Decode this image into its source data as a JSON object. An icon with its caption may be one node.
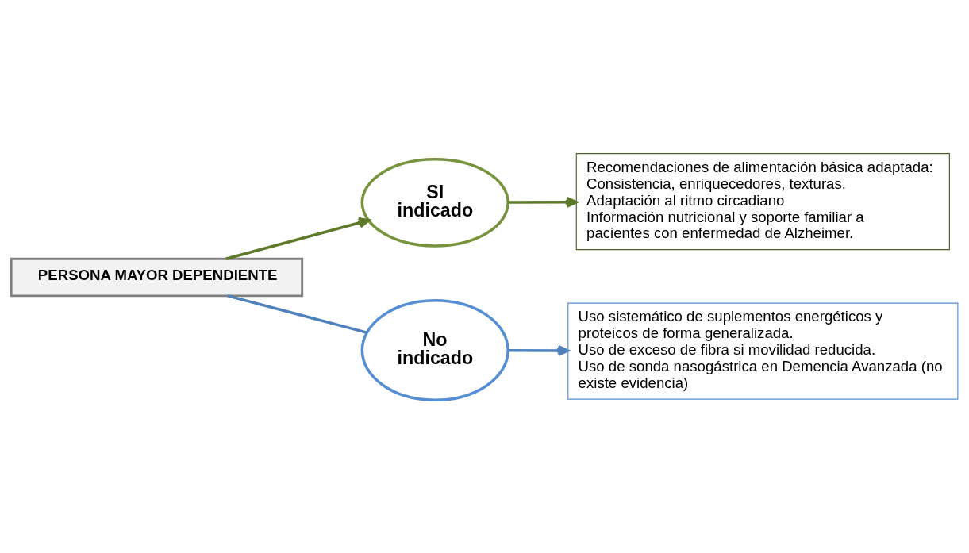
{
  "diagram": {
    "nodes": [
      {
        "text": [
          "PERSONA MAYOR DEPENDIENTE"
        ]
      },
      {
        "text": [
          "SI indicado"
        ]
      },
      {
        "text": [
          "Recomendaciones de alimentación básica adaptada: Consistencia, enriquecedores, texturas.",
          "Adaptación al ritmo circadiano",
          "Información nutricional y soporte familiar a pacientes con enfermedad de Alzheimer."
        ]
      },
      {
        "text": [
          "No indicado"
        ]
      },
      {
        "text": [
          "Uso sistemático de suplementos energéticos y proteicos de forma generalizada.",
          "Uso de exceso de fibra si movilidad reducida.",
          "Uso de sonda nasogástrica en Demencia Avanzada (no existe evidencia)"
        ]
      }
    ],
    "edges": [
      {
        "from": 0,
        "to": 1,
        "arrow": "to",
        "color": "#5f7a2a"
      },
      {
        "from": 1,
        "to": 2,
        "arrow": "to",
        "color": "#5f7a2a"
      },
      {
        "from": 0,
        "to": 3,
        "arrow": "none",
        "color": "#4f81bd"
      },
      {
        "from": 3,
        "to": 4,
        "arrow": "to",
        "color": "#4f81bd"
      }
    ]
  }
}
